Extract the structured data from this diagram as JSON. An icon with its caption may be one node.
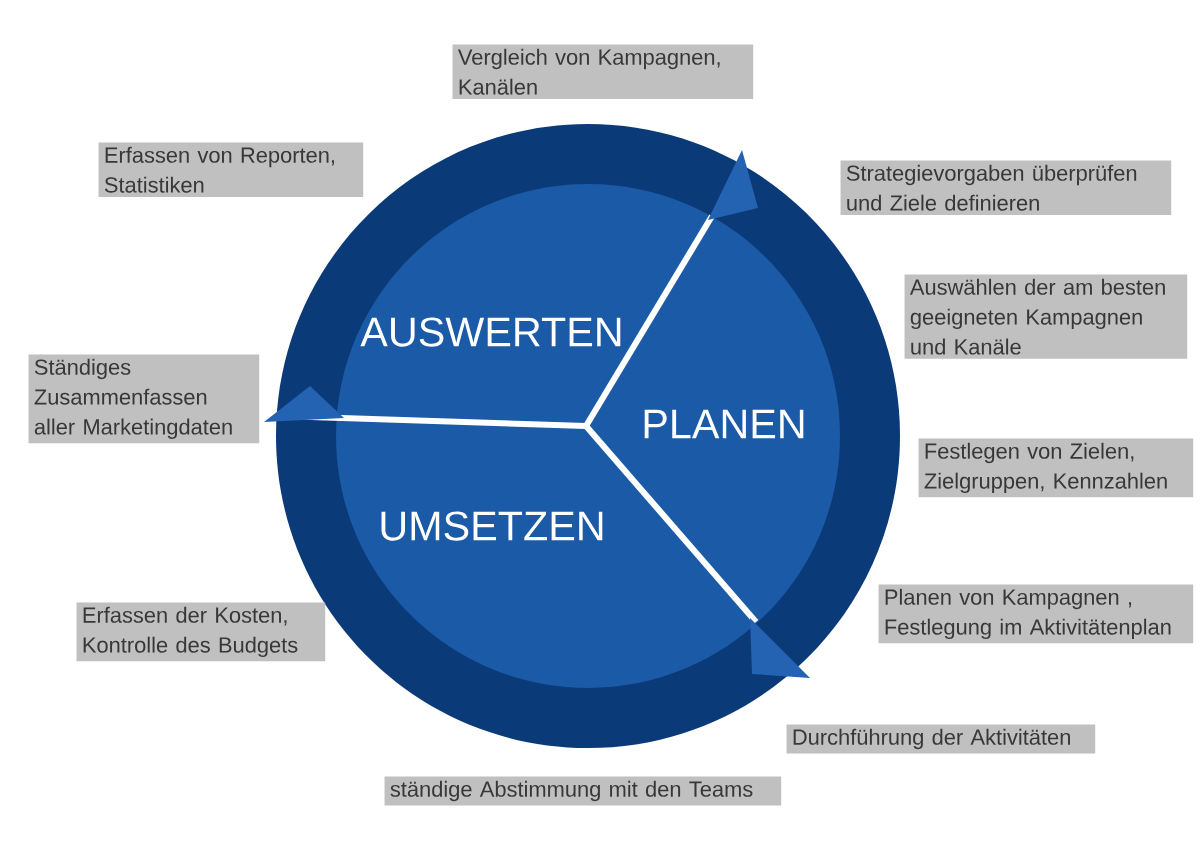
{
  "diagram": {
    "nodes": [
      {
        "text": [
          "AUSWERTEN",
          "PLANEN",
          "UMSETZEN"
        ]
      },
      {
        "text": [
          "Vergleich von Kampagnen, Kanälen"
        ]
      },
      {
        "text": [
          "Erfassen von Reporten, Statistiken"
        ]
      },
      {
        "text": [
          "Strategievorgaben überprüfen und Ziele definieren"
        ]
      },
      {
        "text": [
          "Auswählen der am besten geeigneten Kampagnen und Kanäle"
        ]
      },
      {
        "text": [
          "Ständiges Zusammenfassen aller Marketingdaten"
        ]
      },
      {
        "text": [
          "Festlegen von Zielen, Zielgruppen, Kennzahlen"
        ]
      },
      {
        "text": [
          "Planen von Kampagnen , Festlegung im Aktivitätenplan"
        ]
      },
      {
        "text": [
          "Erfassen der Kosten, Kontrolle des Budgets"
        ]
      },
      {
        "text": [
          "Durchführung der Aktivitäten"
        ]
      },
      {
        "text": [
          "ständige Abstimmung mit den Teams"
        ]
      }
    ]
  }
}
